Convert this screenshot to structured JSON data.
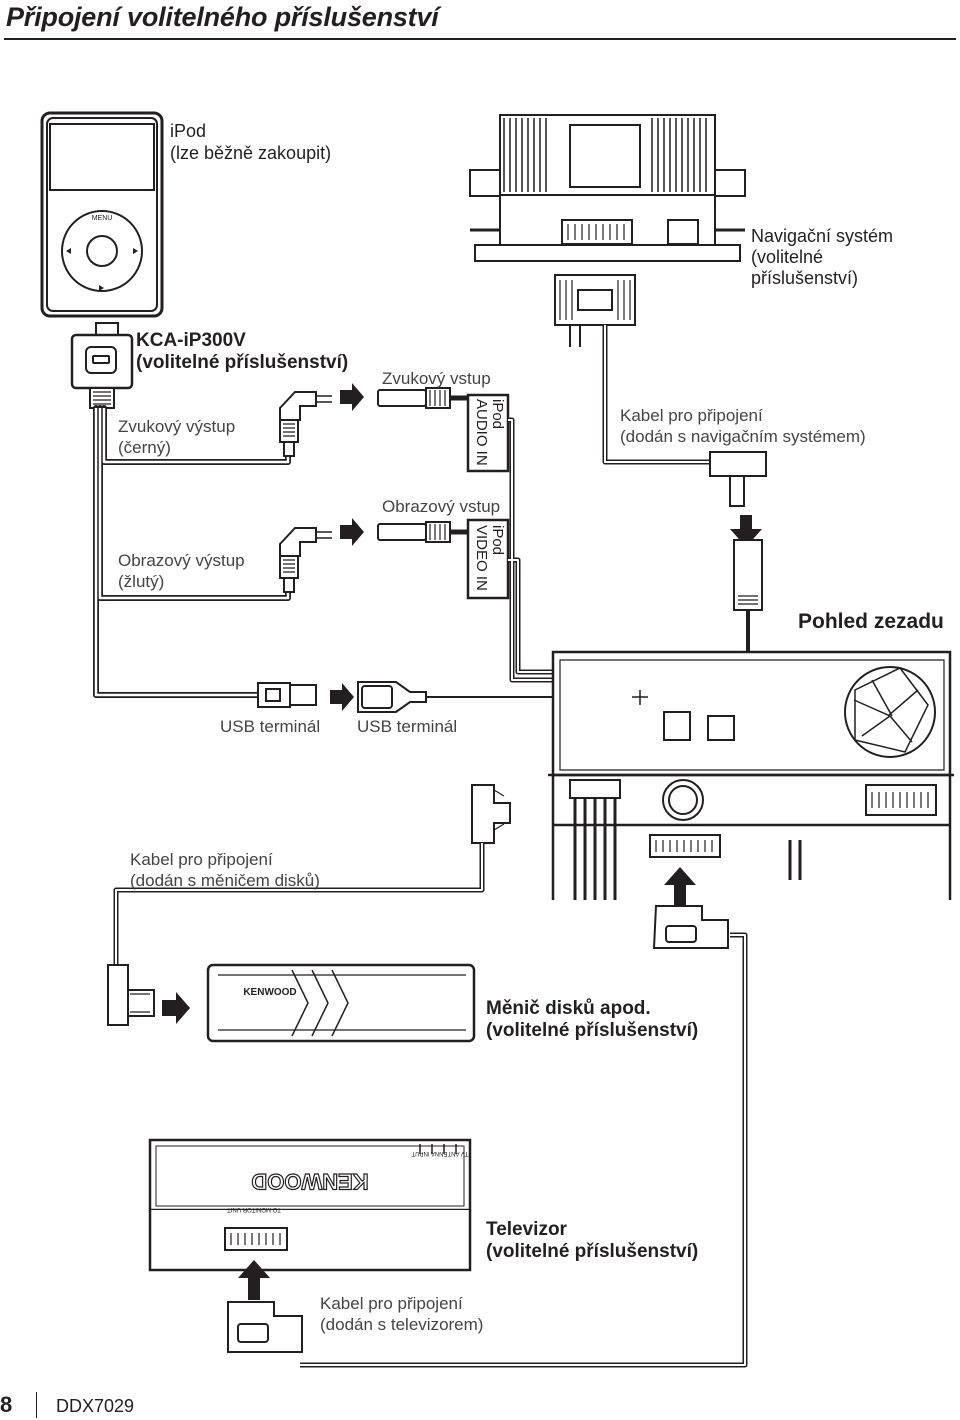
{
  "header": {
    "title": "Připojení volitelného příslušenství"
  },
  "labels": {
    "ipod": "iPod\n(lze běžně zakoupit)",
    "navigation": "Navigační systém\n(volitelné\npříslušenství)",
    "kca": "KCA-iP300V\n(volitelné příslušenství)",
    "audio_out": "Zvukový výstup\n(černý)",
    "audio_in": "Zvukový vstup",
    "ipod_audio_in": "iPod\nAUDIO IN",
    "nav_cable": "Kabel pro připojení\n(dodán s navigačním systémem)",
    "video_out": "Obrazový výstup\n(žlutý)",
    "video_in": "Obrazový vstup",
    "ipod_video_in": "iPod\nVIDEO IN",
    "rear_view": "Pohled zezadu",
    "usb_terminal_1": "USB terminál",
    "usb_terminal_2": "USB terminál",
    "changer_cable": "Kabel pro připojení\n(dodán s měničem disků)",
    "changer": "Měnič disků apod.\n(volitelné příslušenství)",
    "tv": "Televizor\n(volitelné příslušenství)",
    "tv_cable": "Kabel pro připojení\n(dodán s televizorem)",
    "ipod_menu": "MENU",
    "changer_brand": "KENWOOD",
    "tv_brand": "KENWOOD",
    "tv_monitor_text": "TO MONITOR UNIT",
    "tv_antenna_text": "TV ANTENNA INPUT"
  },
  "footer": {
    "page": "8",
    "model": "DDX7029"
  }
}
